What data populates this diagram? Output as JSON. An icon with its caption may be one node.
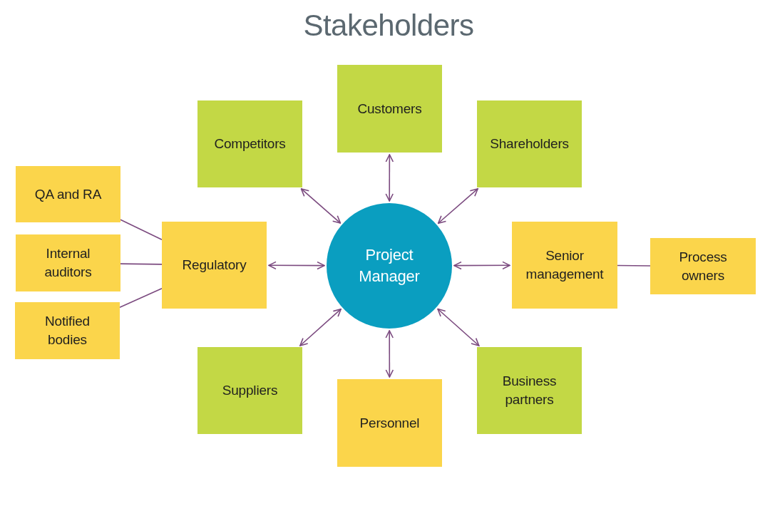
{
  "diagram": {
    "title": "Stakeholders",
    "nodes": [
      {
        "text": [
          "Customers"
        ]
      },
      {
        "text": [
          "Competitors"
        ]
      },
      {
        "text": [
          "Shareholders"
        ]
      },
      {
        "text": [
          "QA and RA"
        ]
      },
      {
        "text": [
          "Regulatory"
        ]
      },
      {
        "text": [
          "Project Manager"
        ]
      },
      {
        "text": [
          "Senior management"
        ]
      },
      {
        "text": [
          "Process owners"
        ]
      },
      {
        "text": [
          "Internal auditors"
        ]
      },
      {
        "text": [
          "Notified bodies"
        ]
      },
      {
        "text": [
          "Suppliers"
        ]
      },
      {
        "text": [
          "Business partners"
        ]
      },
      {
        "text": [
          "Personnel"
        ]
      }
    ],
    "edges": [
      {
        "from": 5,
        "to": 0,
        "arrow": "both"
      },
      {
        "from": 5,
        "to": 1,
        "arrow": "both"
      },
      {
        "from": 5,
        "to": 2,
        "arrow": "both"
      },
      {
        "from": 5,
        "to": 4,
        "arrow": "both"
      },
      {
        "from": 5,
        "to": 6,
        "arrow": "both"
      },
      {
        "from": 5,
        "to": 10,
        "arrow": "both"
      },
      {
        "from": 5,
        "to": 11,
        "arrow": "both"
      },
      {
        "from": 5,
        "to": 12,
        "arrow": "both"
      },
      {
        "from": 3,
        "to": 4,
        "arrow": "none"
      },
      {
        "from": 8,
        "to": 4,
        "arrow": "none"
      },
      {
        "from": 9,
        "to": 4,
        "arrow": "none"
      },
      {
        "from": 6,
        "to": 7,
        "arrow": "none"
      }
    ]
  }
}
